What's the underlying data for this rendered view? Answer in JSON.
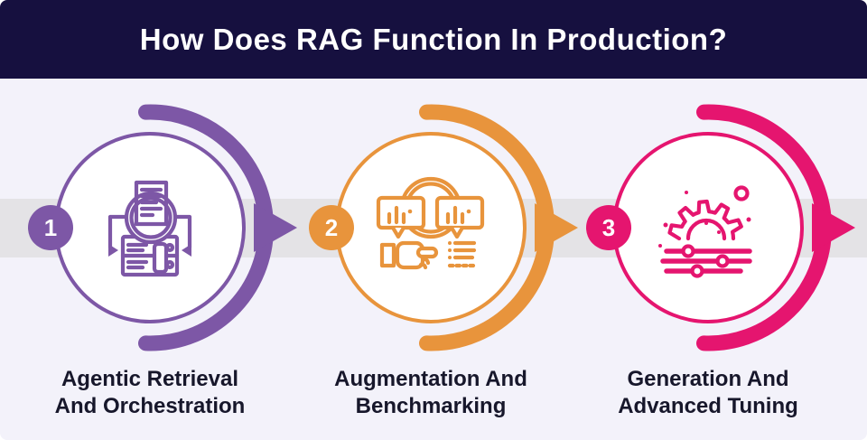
{
  "header": {
    "title": "How Does RAG Function In Production?",
    "bg": "#16103f",
    "text_color": "#ffffff"
  },
  "background": "#f3f2fa",
  "band_color": "#e4e3e6",
  "steps": [
    {
      "number": "1",
      "color": "#7d57a6",
      "label": [
        "Agentic Retrieval",
        "And Orchestration"
      ],
      "icon": "retrieval-orchestration-icon"
    },
    {
      "number": "2",
      "color": "#e8943c",
      "label": [
        "Augmentation And",
        "Benchmarking"
      ],
      "icon": "augmentation-benchmarking-icon"
    },
    {
      "number": "3",
      "color": "#e5156f",
      "label": [
        "Generation And",
        "Advanced Tuning"
      ],
      "icon": "generation-tuning-icon"
    }
  ]
}
